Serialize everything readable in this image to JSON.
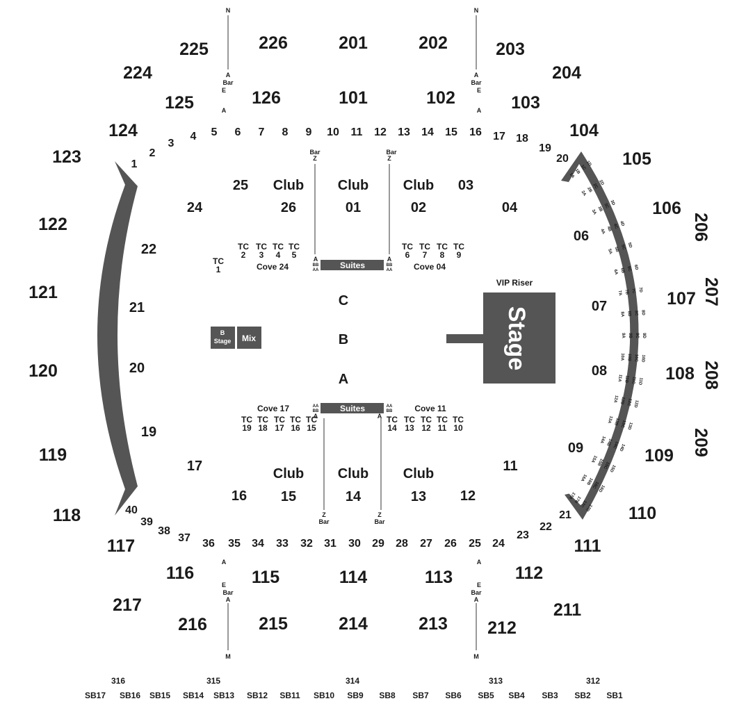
{
  "sections_300": [
    "225",
    "226",
    "201",
    "202",
    "203",
    "224",
    "204",
    "123",
    "105",
    "122",
    "106",
    "121",
    "107",
    "120",
    "108",
    "119",
    "109",
    "118",
    "110",
    "117",
    "111",
    "217",
    "211",
    "216",
    "215",
    "214",
    "213",
    "212"
  ],
  "sections_100_top": [
    "125",
    "126",
    "101",
    "102",
    "103",
    "124",
    "104"
  ],
  "sections_100_bottom": [
    "116",
    "115",
    "114",
    "113",
    "112"
  ],
  "sections_200_side": [
    "206",
    "207",
    "208",
    "209"
  ],
  "top_seats": [
    "1",
    "2",
    "3",
    "4",
    "5",
    "6",
    "7",
    "8",
    "9",
    "10",
    "11",
    "12",
    "13",
    "14",
    "15",
    "16",
    "17",
    "18",
    "19",
    "20"
  ],
  "bottom_seats": [
    "40",
    "39",
    "38",
    "37",
    "36",
    "35",
    "34",
    "33",
    "32",
    "31",
    "30",
    "29",
    "28",
    "27",
    "26",
    "25",
    "24",
    "23",
    "22",
    "21"
  ],
  "floor_labels": {
    "s25": "25",
    "club_a": "Club",
    "club_b": "Club",
    "club_c": "Club",
    "s03": "03",
    "s24": "24",
    "s26": "26",
    "s01": "01",
    "s02": "02",
    "s04": "04",
    "s22": "22",
    "s06": "06",
    "s21": "21",
    "s07": "07",
    "s20": "20",
    "s08": "08",
    "s19": "19",
    "s09": "09",
    "s17": "17",
    "s11": "11",
    "club_d": "Club",
    "club_e": "Club",
    "club_f": "Club",
    "s16": "16",
    "s15": "15",
    "s14": "14",
    "s13": "13",
    "s12": "12",
    "row_c": "C",
    "row_b": "B",
    "row_a": "A"
  },
  "cove_labels": {
    "tc1": "TC",
    "tc1n": "1",
    "tc2": "TC",
    "tc2n": "2",
    "tc3": "TC",
    "tc3n": "3",
    "tc4": "TC",
    "tc4n": "4",
    "tc5": "TC",
    "tc5n": "5",
    "tc6": "TC",
    "tc6n": "6",
    "tc7": "TC",
    "tc7n": "7",
    "tc8": "TC",
    "tc8n": "8",
    "tc9": "TC",
    "tc9n": "9",
    "cove24": "Cove 24",
    "cove04": "Cove 04",
    "cove17": "Cove 17",
    "cove11": "Cove 11",
    "tc19": "TC",
    "tc19n": "19",
    "tc18": "TC",
    "tc18n": "18",
    "tc17": "TC",
    "tc17n": "17",
    "tc16": "TC",
    "tc16n": "16",
    "tc15": "TC",
    "tc15n": "15",
    "tc14": "TC",
    "tc14n": "14",
    "tc13": "TC",
    "tc13n": "13",
    "tc12": "TC",
    "tc12n": "12",
    "tc11": "TC",
    "tc11n": "11",
    "tc10": "TC",
    "tc10n": "10"
  },
  "suites_top": "Suites",
  "suites_bottom": "Suites",
  "stage": "Stage",
  "vip_riser": "VIP Riser",
  "b_stage_1": "B",
  "b_stage_2": "Stage",
  "mix": "Mix",
  "aisle": {
    "n": "N",
    "a": "A",
    "bar": "Bar",
    "e": "E",
    "z": "Z",
    "m": "M",
    "aa": "AA",
    "bb": "BB"
  },
  "riser_rows": [
    "1A",
    "1B",
    "1C",
    "1D",
    "2A",
    "2B",
    "2C",
    "2D",
    "3A",
    "3B",
    "3C",
    "3D",
    "4A",
    "4B",
    "4C",
    "4D",
    "5A",
    "5B",
    "5C",
    "5D",
    "6A",
    "6B",
    "6C",
    "6D",
    "7A",
    "7B",
    "7C",
    "7D",
    "8A",
    "8B",
    "8C",
    "8D",
    "9A",
    "9B",
    "9C",
    "9D",
    "10A",
    "10B",
    "10C",
    "10D",
    "11A",
    "11B",
    "11C",
    "11D",
    "12A",
    "12B",
    "12C",
    "12D",
    "13A",
    "13B",
    "13C",
    "13D",
    "14A",
    "14B",
    "14C",
    "14D",
    "15A",
    "15B",
    "15C",
    "15D",
    "16A",
    "16B",
    "16C",
    "16D",
    "17A",
    "17B",
    "17C",
    "17D"
  ],
  "bottom_level_300": [
    "316",
    "315",
    "314",
    "313",
    "312"
  ],
  "super_boxes": [
    "SB17",
    "SB16",
    "SB15",
    "SB14",
    "SB13",
    "SB12",
    "SB11",
    "SB10",
    "SB9",
    "SB8",
    "SB7",
    "SB6",
    "SB5",
    "SB4",
    "SB3",
    "SB2",
    "SB1"
  ],
  "colors": {
    "shape": "#555555",
    "text": "#1a1a1a"
  }
}
